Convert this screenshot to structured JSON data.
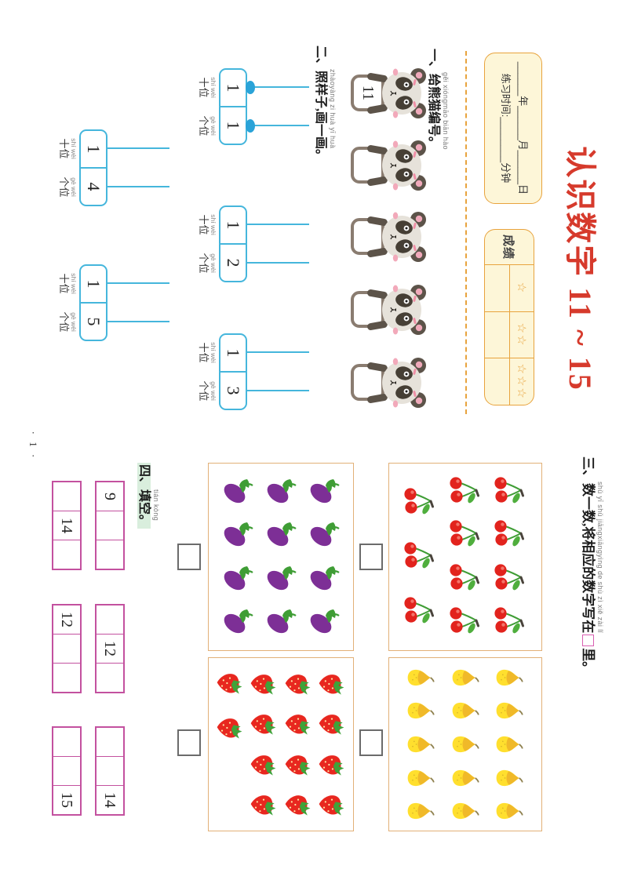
{
  "page": {
    "title": "认识数字 11 ~ 15",
    "page_number": "· 1 ·"
  },
  "header": {
    "practice": {
      "date_line": "______年______月______日",
      "time_line": "练习时间:________分钟"
    },
    "score": {
      "label": "成绩",
      "cells": [
        "☆",
        "☆☆",
        "☆☆☆"
      ]
    }
  },
  "sections": {
    "s1": {
      "pinyin": "gěi xióngmāo biān hào",
      "heading": "一、给熊猫编号。",
      "pandas": [
        "11",
        "",
        "",
        "",
        ""
      ]
    },
    "s2": {
      "pinyin": "zhàoyàng zi   huà yī huà",
      "heading": "二、照样子,画一画。",
      "tens_pinyin": "shí wèi",
      "tens_label": "十位",
      "ones_pinyin": "gè wèi",
      "ones_label": "个位",
      "counters": [
        {
          "tens": "1",
          "ones": "1",
          "example": true
        },
        {
          "tens": "1",
          "ones": "2",
          "example": false
        },
        {
          "tens": "1",
          "ones": "3",
          "example": false
        },
        {
          "tens": "1",
          "ones": "4",
          "example": false
        },
        {
          "tens": "1",
          "ones": "5",
          "example": false
        }
      ]
    },
    "s3": {
      "pinyin": "shǔ yī shǔ    jiāngxiāngyìng de shù zì xiě zài         lǐ",
      "heading_pre": "三、数一数,将相应的数字写在",
      "heading_post": "里。",
      "panels": [
        {
          "fruit": "cherries",
          "count": 11,
          "rows": [
            4,
            4,
            3
          ]
        },
        {
          "fruit": "pears",
          "count": 15,
          "rows": [
            5,
            5,
            5
          ]
        },
        {
          "fruit": "eggplants",
          "count": 12,
          "rows": [
            4,
            4,
            4
          ]
        },
        {
          "fruit": "strawberries",
          "count": 14,
          "rows": [
            4,
            4,
            4,
            2
          ]
        }
      ]
    },
    "s4": {
      "pinyin": "tián kòng",
      "heading": "四、填空。",
      "strips": [
        [
          "9",
          "",
          ""
        ],
        [
          "",
          "12",
          ""
        ],
        [
          "",
          "",
          "14"
        ],
        [
          "",
          "14",
          ""
        ],
        [
          "12",
          "",
          ""
        ],
        [
          "",
          "",
          "15"
        ]
      ]
    }
  },
  "colors": {
    "title_red": "#d63a2c",
    "header_box_fill": "#fdf6d8",
    "header_box_border": "#e8a33d",
    "counter_blue": "#45b6dc",
    "bead_blue": "#2aa3d8",
    "strip_pink": "#c3519f",
    "inline_square_pink": "#d95fb2",
    "panel_border": "#e2b077",
    "cherry_red": "#e2231d",
    "eggplant_purple": "#7d2f96",
    "strawberry_red": "#e8271f",
    "pear_yellow": "#ffdf2e"
  }
}
